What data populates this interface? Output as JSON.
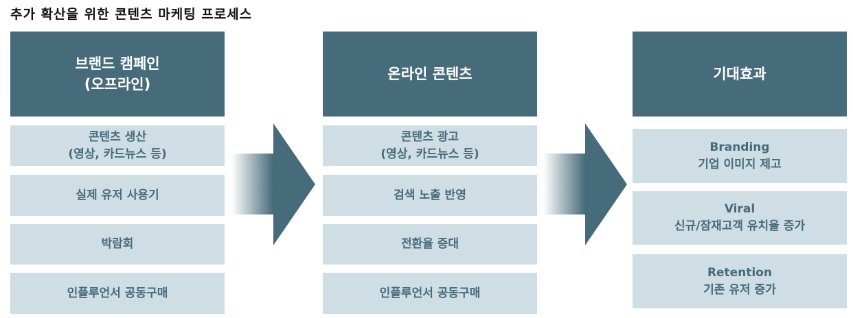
{
  "title": "추가 확산을 위한 콘텐츠 마케팅 프로세스",
  "columns": [
    {
      "header": "브랜드 캠페인\n(오프라인)",
      "items": [
        "콘텐츠 생산\n(영상, 카드뉴스 등)",
        "실제 유저 사용기",
        "박람회",
        "인플루언서 공동구매"
      ]
    },
    {
      "header": "온라인 콘텐츠",
      "items": [
        "콘텐츠 광고\n(영상, 카드뉴스 등)",
        "검색 노출 반영",
        "전환율 증대",
        "인플루언서 공동구매"
      ]
    },
    {
      "header": "기대효과",
      "items": [
        "Branding\n기업 이미지 제고",
        "Viral\n신규/잠재고객 유치율 증가",
        "Retention\n기존 유저 증가"
      ]
    }
  ],
  "colors": {
    "dark": "#466b7a",
    "light": "#cfdde4"
  }
}
